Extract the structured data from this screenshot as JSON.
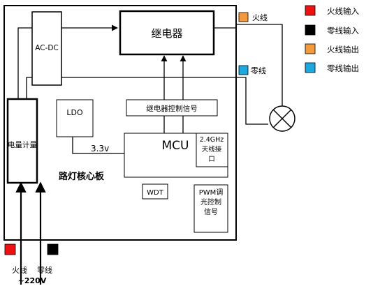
{
  "colors": {
    "live_in": "#ee1111",
    "neutral_in": "#000000",
    "live_out": "#f59a3c",
    "neutral_out": "#1ea8e0",
    "line": "#000000"
  },
  "blocks": {
    "relay": "继电器",
    "ac_dc": "AC-DC",
    "metering": "电量计量",
    "ldo": "LDO",
    "relay_signal": "继电器控制信号",
    "mcu": "MCU",
    "antenna": [
      "2.4GHz",
      "天线接",
      "口"
    ],
    "wdt": "WDT",
    "pwm": [
      "PWM调",
      "光控制",
      "信号"
    ],
    "voltage": "3.3v",
    "board": "路灯核心板"
  },
  "terminals": {
    "live_out": "火线",
    "neutral_out": "零线",
    "live_in": "火线",
    "neutral_in": "零线",
    "mains": "~220V"
  },
  "legend": [
    {
      "label": "火线输入",
      "color": "#ee1111"
    },
    {
      "label": "零线输入",
      "color": "#000000"
    },
    {
      "label": "火线输出",
      "color": "#f59a3c"
    },
    {
      "label": "零线输出",
      "color": "#1ea8e0"
    }
  ],
  "icons": {
    "lamp": "lamp-icon"
  }
}
